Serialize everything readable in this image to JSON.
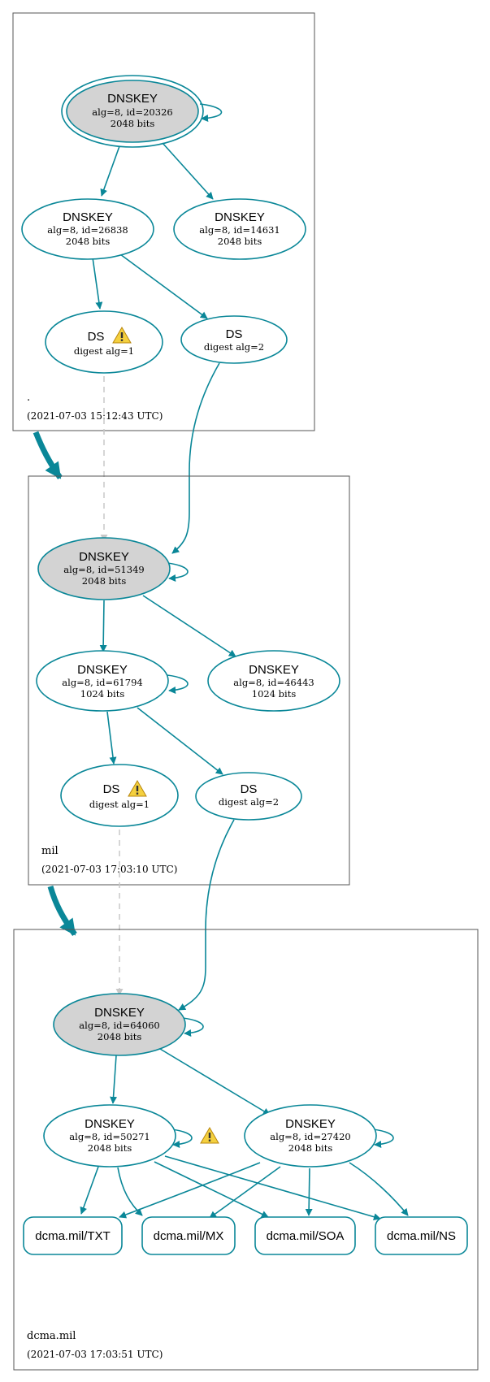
{
  "accent_color": "#0a8798",
  "insecure_color": "#c8c8c8",
  "zones": [
    {
      "id": "root",
      "name": ".",
      "timestamp": "(2021-07-03 15:12:43 UTC)",
      "dnskeys": [
        {
          "id": "k20326",
          "title": "DNSKEY",
          "line1": "alg=8, id=20326",
          "line2": "2048 bits",
          "ksk": true,
          "trust_anchor": true
        },
        {
          "id": "k26838",
          "title": "DNSKEY",
          "line1": "alg=8, id=26838",
          "line2": "2048 bits"
        },
        {
          "id": "k14631",
          "title": "DNSKEY",
          "line1": "alg=8, id=14631",
          "line2": "2048 bits"
        }
      ],
      "ds": [
        {
          "id": "ds1",
          "title": "DS",
          "line1": "digest alg=1",
          "warning": true
        },
        {
          "id": "ds2",
          "title": "DS",
          "line1": "digest alg=2"
        }
      ]
    },
    {
      "id": "mil",
      "name": "mil",
      "timestamp": "(2021-07-03 17:03:10 UTC)",
      "dnskeys": [
        {
          "id": "k51349",
          "title": "DNSKEY",
          "line1": "alg=8, id=51349",
          "line2": "2048 bits",
          "ksk": true
        },
        {
          "id": "k61794",
          "title": "DNSKEY",
          "line1": "alg=8, id=61794",
          "line2": "1024 bits"
        },
        {
          "id": "k46443",
          "title": "DNSKEY",
          "line1": "alg=8, id=46443",
          "line2": "1024 bits"
        }
      ],
      "ds": [
        {
          "id": "ds1",
          "title": "DS",
          "line1": "digest alg=1",
          "warning": true
        },
        {
          "id": "ds2",
          "title": "DS",
          "line1": "digest alg=2"
        }
      ]
    },
    {
      "id": "dcma",
      "name": "dcma.mil",
      "timestamp": "(2021-07-03 17:03:51 UTC)",
      "dnskeys": [
        {
          "id": "k64060",
          "title": "DNSKEY",
          "line1": "alg=8, id=64060",
          "line2": "2048 bits",
          "ksk": true
        },
        {
          "id": "k50271",
          "title": "DNSKEY",
          "line1": "alg=8, id=50271",
          "line2": "2048 bits",
          "warning": true
        },
        {
          "id": "k27420",
          "title": "DNSKEY",
          "line1": "alg=8, id=27420",
          "line2": "2048 bits"
        }
      ],
      "rrsets": [
        {
          "id": "txt",
          "label": "dcma.mil/TXT"
        },
        {
          "id": "mx",
          "label": "dcma.mil/MX"
        },
        {
          "id": "soa",
          "label": "dcma.mil/SOA"
        },
        {
          "id": "ns",
          "label": "dcma.mil/NS"
        }
      ]
    }
  ]
}
